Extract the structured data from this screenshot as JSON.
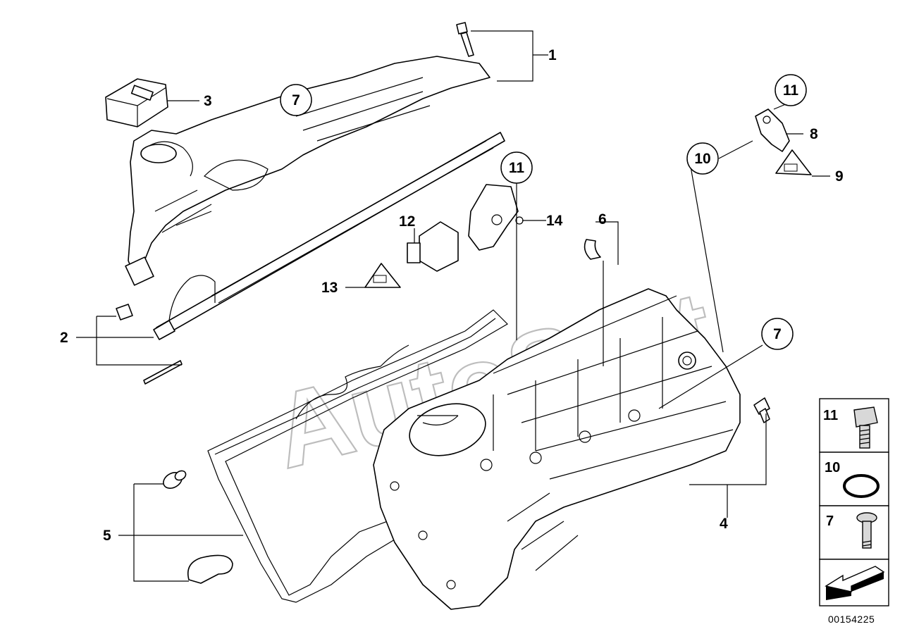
{
  "watermark": "AutoSoft",
  "callouts": {
    "c1": "1",
    "c2": "2",
    "c3": "3",
    "c4": "4",
    "c5": "5",
    "c6": "6",
    "c7a": "7",
    "c7b": "7",
    "c8": "8",
    "c9": "9",
    "c10": "10",
    "c11a": "11",
    "c11b": "11",
    "c12": "12",
    "c13": "13",
    "c14": "14"
  },
  "legend": {
    "items": [
      {
        "label": "11",
        "icon": "bolt-icon"
      },
      {
        "label": "10",
        "icon": "o-ring-icon"
      },
      {
        "label": "7",
        "icon": "screw-icon"
      }
    ],
    "arrow_icon": "direction-arrow-icon"
  },
  "document_number": "00154225"
}
